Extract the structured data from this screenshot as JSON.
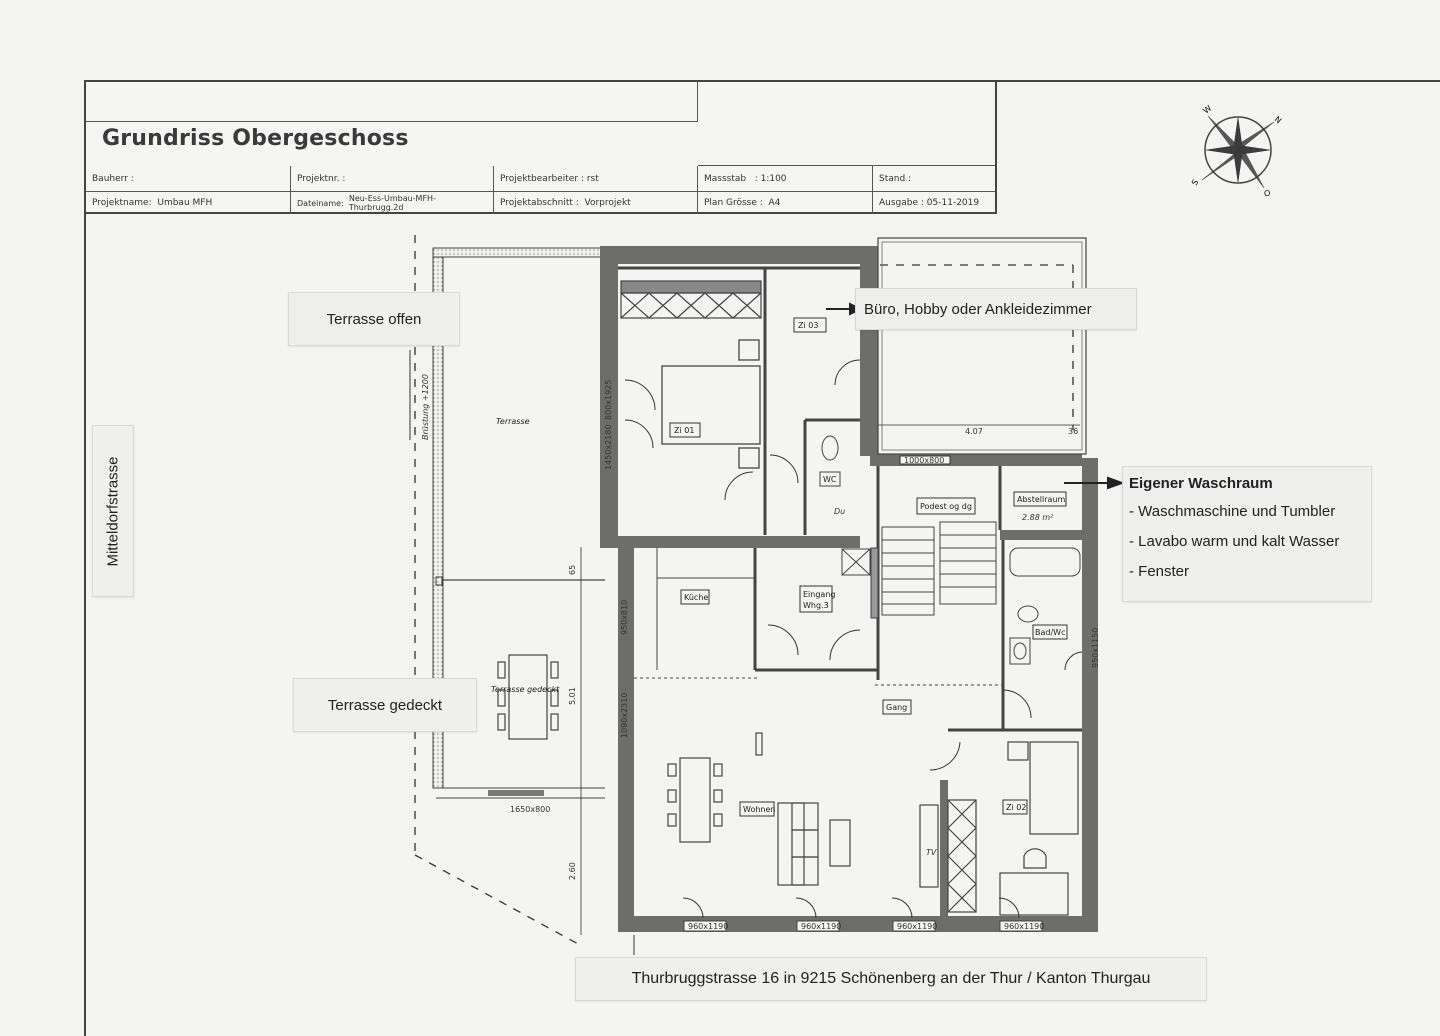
{
  "title_block": {
    "title": "Grundriss Obergeschoss",
    "bauherr_label": "Bauherr :",
    "projektnr_label": "Projektnr. :",
    "projektbearbeiter_label": "Projektbearbeiter :",
    "projektbearbeiter_value": "rst",
    "massstab_label": "Massstab",
    "massstab_value": ": 1:100",
    "stand_label": "Stand :",
    "projektname_label": "Projektname:",
    "projektname_value": "Umbau MFH",
    "dateiname_label": "Dateiname:",
    "dateiname_value": "Neu-Ess-Umbau-MFH-Thurbrugg.2d",
    "projektabschnitt_label": "Projektabschnitt :",
    "projektabschnitt_value": "Vorprojekt",
    "plan_groesse_label": "Plan Grösse :",
    "plan_groesse_value": "A4",
    "ausgabe_label": "Ausgabe :",
    "ausgabe_value": "05-11-2019"
  },
  "compass": {
    "icon": "compass-rose-icon",
    "labels": [
      "N",
      "O",
      "S",
      "W"
    ]
  },
  "annotations": {
    "street_left": "Mitteldorfstrasse",
    "terrasse_offen": "Terrasse offen",
    "terrasse_gedeckt": "Terrasse gedeckt",
    "buero": "Büro, Hobby oder Ankleidezimmer",
    "waschraum_title": "Eigener Waschraum",
    "waschraum_items": [
      "- Waschmaschine und Tumbler",
      "- Lavabo warm und kalt Wasser",
      "- Fenster"
    ],
    "address": "Thurbruggstrasse 16 in 9215 Schönenberg an der Thur / Kanton Thurgau"
  },
  "rooms": {
    "terrasse": "Terrasse",
    "terrasse_gedeckt": "Terrasse gedeckt",
    "zi01": "Zi 01",
    "zi02": "Zi 02",
    "zi03": "Zi 03",
    "wc": "WC",
    "du": "Du",
    "kueche": "Küche",
    "eingang": "Eingang",
    "eingang_sub": "Whg.3",
    "podest": "Podest og dg",
    "abstellraum": "Abstellraum",
    "abstellraum_area": "2.88 m²",
    "bad_wc": "Bad/Wc",
    "gang": "Gang",
    "wohnen": "Wohnen",
    "tv": "TV",
    "bruestung": "Brüstung +1200"
  },
  "dimensions": {
    "d407": "4.07",
    "d36": "36",
    "d65": "65",
    "d501": "5.01",
    "d260": "2.60",
    "win_1000x800": "1000x800",
    "win_1650x800": "1650x800",
    "win_800x1925": "800x1925",
    "win_1450x2180": "1450x2180",
    "win_950x810": "950x810",
    "win_1090x2310": "1090x2310",
    "win_950x1150": "950x1150",
    "win_bottom": [
      "960x1190",
      "960x1190",
      "960x1190",
      "960x1190"
    ]
  },
  "colors": {
    "wall": "#6d6d6b",
    "paper": "#f4f4f2",
    "line": "#333333"
  }
}
